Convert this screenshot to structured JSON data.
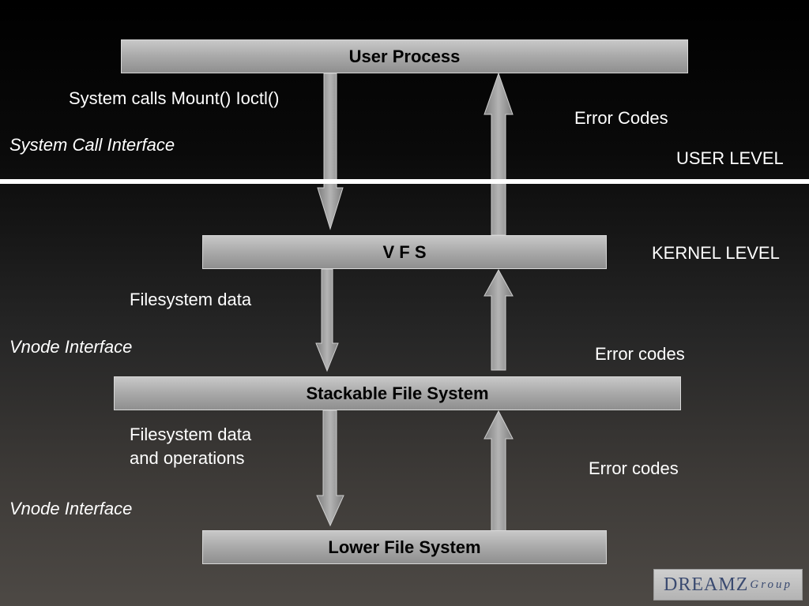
{
  "boxes": {
    "user_process": "User Process",
    "vfs": "V F S",
    "stackable": "Stackable File System",
    "lower": "Lower File System"
  },
  "labels": {
    "system_calls": "System calls Mount() Ioctl()",
    "error_codes_1": "Error Codes",
    "system_call_interface": "System Call Interface",
    "user_level": "USER LEVEL",
    "kernel_level": "KERNEL LEVEL",
    "filesystem_data": "Filesystem data",
    "vnode_interface_1": "Vnode Interface",
    "error_codes_2": "Error codes",
    "filesystem_data_ops_line1": "Filesystem data",
    "filesystem_data_ops_line2": "and operations",
    "error_codes_3": "Error codes",
    "vnode_interface_2": "Vnode Interface"
  },
  "logo": {
    "main": "DREAMZ",
    "sub": "Group"
  },
  "colors": {
    "box_fill": "#a9a9a9",
    "arrow_fill": "#9a9a9a",
    "divider": "#ffffff",
    "text": "#ffffff"
  }
}
